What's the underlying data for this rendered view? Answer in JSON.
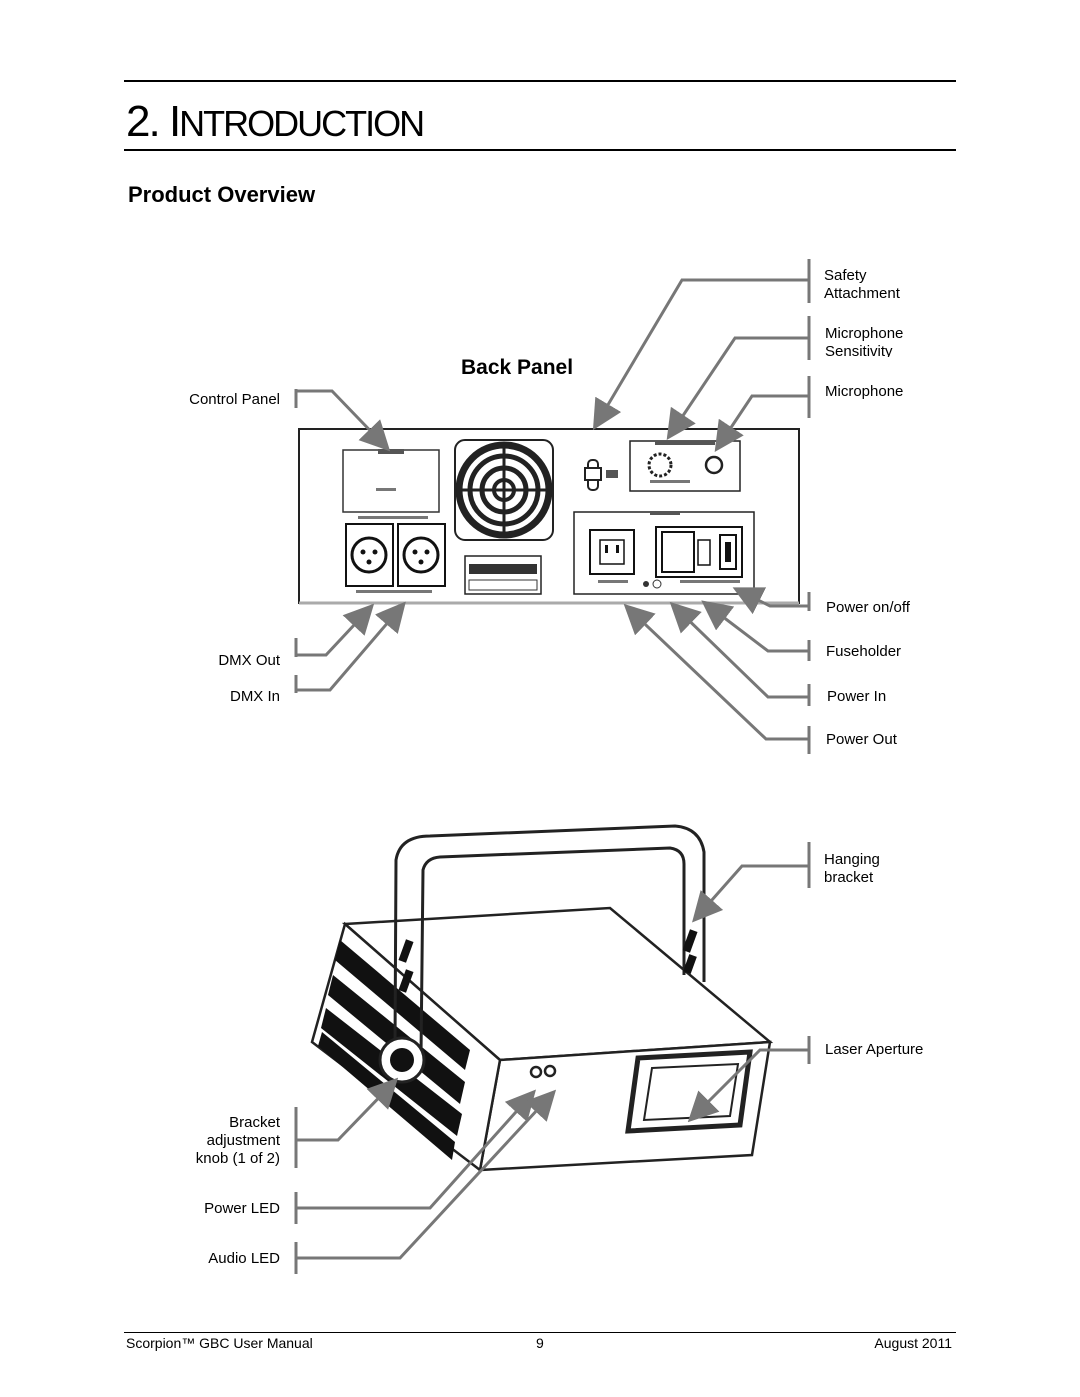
{
  "header": {
    "chapter_number": "2.",
    "chapter_initial": "I",
    "chapter_rest": "NTRODUCTION",
    "section_title": "Product Overview"
  },
  "back_panel": {
    "title": "Back Panel",
    "labels_left": {
      "control_panel": "Control Panel",
      "dmx_out": "DMX Out",
      "dmx_in": "DMX In"
    },
    "labels_right": {
      "safety_attachment": "Safety Attachment",
      "microphone_sensitivity": "Microphone Sensitivity",
      "microphone": "Microphone",
      "power_on_off": "Power on/off",
      "fuseholder": "Fuseholder",
      "power_in": "Power In",
      "power_out": "Power Out"
    }
  },
  "unit": {
    "labels_right": {
      "hanging_bracket": "Hanging bracket",
      "laser_aperture": "Laser Aperture"
    },
    "labels_left": {
      "bracket_knob_1": "Bracket",
      "bracket_knob_2": "adjustment",
      "bracket_knob_3": "knob (1 of 2)",
      "power_led": "Power LED",
      "audio_led": "Audio LED"
    }
  },
  "footer": {
    "manual": "Scorpion™ GBC User Manual",
    "page": "9",
    "date": "August 2011"
  }
}
